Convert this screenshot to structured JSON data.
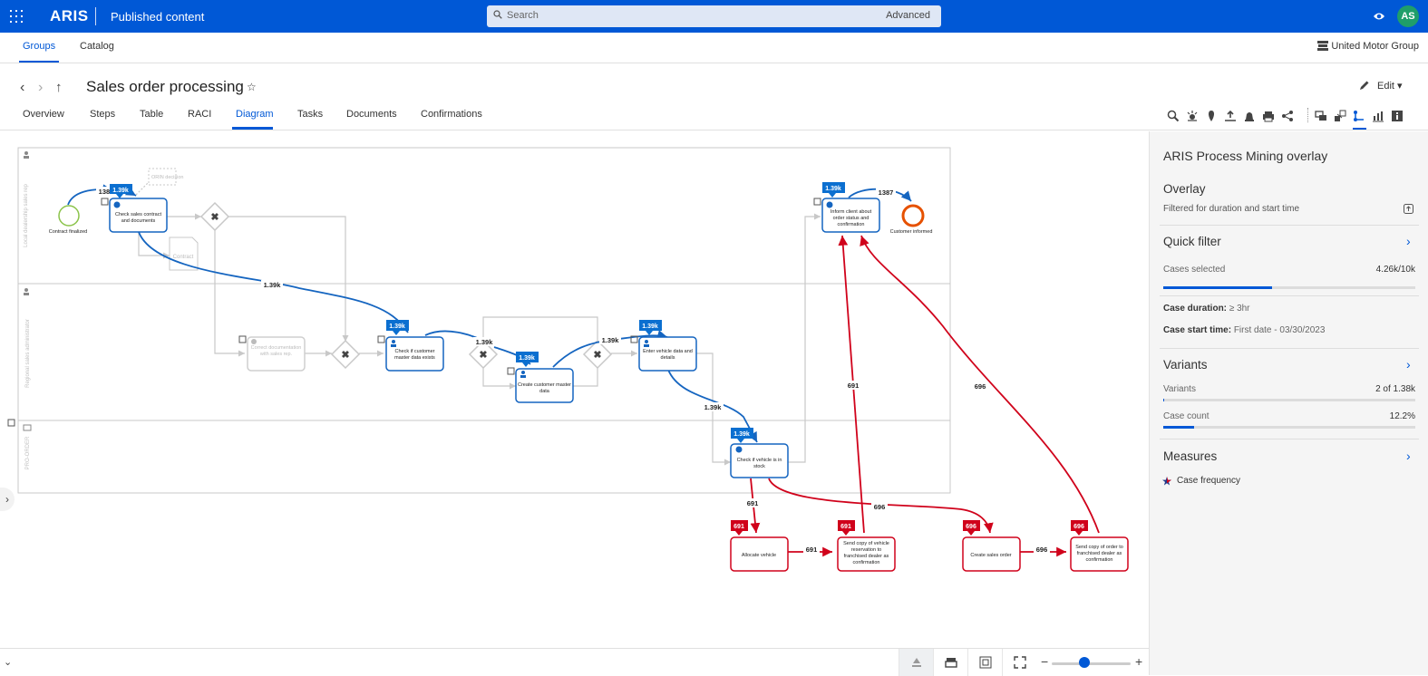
{
  "topbar": {
    "brand": "ARIS",
    "app_title": "Published content",
    "search_placeholder": "Search",
    "search_advanced": "Advanced",
    "avatar_initials": "AS",
    "brand_color": "#0058d6",
    "icons": [
      "apps-grid-icon",
      "search-icon",
      "eye-icon"
    ]
  },
  "nav2": {
    "tabs": [
      "Groups",
      "Catalog"
    ],
    "active_tab": "Groups",
    "org": "United Motor Group"
  },
  "page": {
    "title": "Sales order processing",
    "edit_label": "Edit",
    "tabs": [
      "Overview",
      "Steps",
      "Table",
      "RACI",
      "Diagram",
      "Tasks",
      "Documents",
      "Confirmations"
    ],
    "active_tab": "Diagram"
  },
  "diagram": {
    "lanes": [
      "Local dealership sales rep",
      "Regional sales administrator",
      "PRO-ORDER"
    ],
    "events": {
      "start": "Contract finalized",
      "end": "Customer informed"
    },
    "nodes": {
      "check_contract": "Check sales contract and documents",
      "correct_docs": "Correct documentation with sales rep.",
      "check_customer": "Check if customer master data exists",
      "create_customer": "Create customer master data",
      "enter_vehicle": "Enter vehicle data and details",
      "check_stock": "Check if vehicle is in stock",
      "inform_client": "Inform client about order status and confirmation",
      "allocate": "Allocate vehicle",
      "send_copy_res": "Send copy of vehicle reservation to franchised dealer as confirmation",
      "create_sales_order": "Create sales order",
      "send_copy_order": "Send copy of order to franchised dealer as confirmation"
    },
    "docs": {
      "orin": "ORIN decision",
      "contract": "Contract"
    },
    "badges": {
      "b139": "1.39k",
      "b691": "691",
      "b696": "696"
    },
    "edge_labels": {
      "e1387": "1387",
      "e139": "1.39k",
      "e691": "691",
      "e696": "696"
    },
    "colors": {
      "blue": "#1565c0",
      "red": "#d0021b",
      "start": "#8bc34a",
      "end": "#e65100",
      "inactive": "#c8c8c8"
    }
  },
  "bottombar": {
    "zoom_minus": "−",
    "zoom_plus": "+",
    "icons": [
      "chevron-down-icon",
      "minimap-icon",
      "print-icon",
      "fit-icon",
      "fullscreen-icon"
    ]
  },
  "panel": {
    "title": "ARIS Process Mining overlay",
    "overlay_heading": "Overlay",
    "overlay_sub": "Filtered for duration and start time",
    "quickfilter_heading": "Quick filter",
    "cases_selected_label": "Cases selected",
    "cases_selected_value": "4.26k/10k",
    "cases_selected_fraction": 0.43,
    "case_duration_label": "Case duration:",
    "case_duration_value": "≥ 3hr",
    "case_start_label": "Case start time:",
    "case_start_value": "First date - 03/30/2023",
    "variants_heading": "Variants",
    "variants_label": "Variants",
    "variants_value": "2 of 1.38k",
    "variants_fraction": 0.0015,
    "case_count_label": "Case count",
    "case_count_value": "12.2%",
    "case_count_fraction": 0.122,
    "measures_heading": "Measures",
    "measure_item": "Case frequency"
  }
}
